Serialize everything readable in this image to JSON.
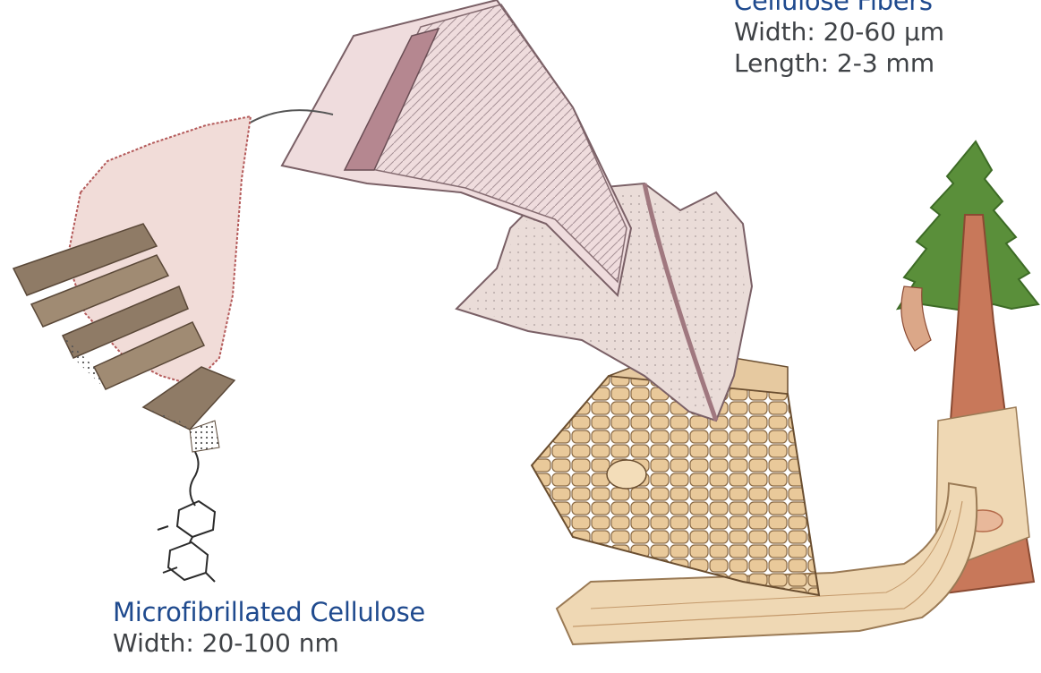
{
  "labels": {
    "cellulose_fibers": {
      "title": "Cellulose Fibers",
      "width": "Width: 20-60 µm",
      "length": "Length: 2-3 mm"
    },
    "microfibrillated_cellulose": {
      "title": "Microfibrillated Cellulose",
      "width": "Width: 20-100 nm"
    }
  },
  "colors": {
    "title_blue": "#1f4a8e",
    "text_gray": "#3f4246",
    "wood_light": "#efd8b4",
    "wood_mid": "#d9b58a",
    "bark": "#b86a45",
    "leaf_green": "#5a8f3a",
    "cell_pink": "#e9d6da",
    "fibril_brown": "#7d6a55",
    "fibril_red": "#b45a5a"
  }
}
